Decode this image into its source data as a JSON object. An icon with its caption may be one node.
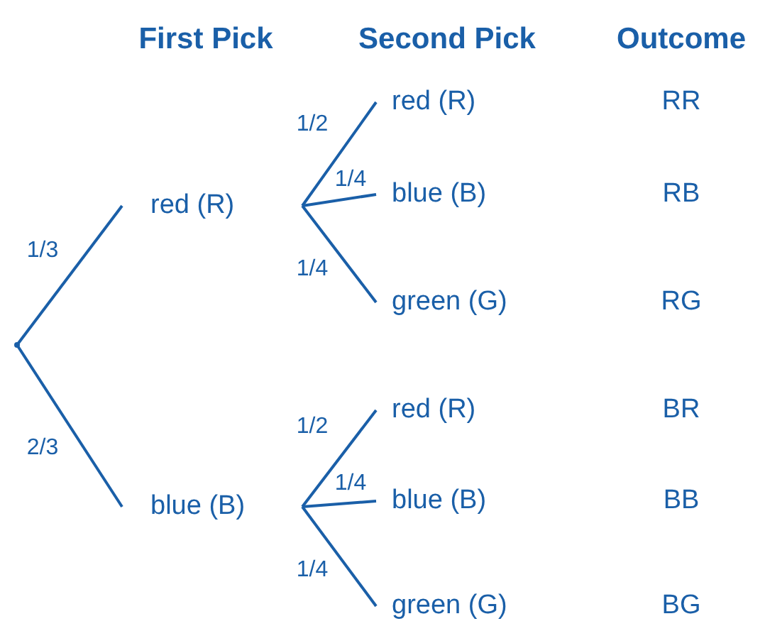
{
  "diagram": {
    "nodes": [
      {
        "text": [],
        "shape": "point"
      },
      {
        "text": [
          "red (R)"
        ]
      },
      {
        "text": [
          "blue (B)"
        ]
      },
      {
        "text": [
          "red (R)"
        ]
      },
      {
        "text": [
          "blue (B)"
        ]
      },
      {
        "text": [
          "green (G)"
        ]
      },
      {
        "text": [
          "red (R)"
        ]
      },
      {
        "text": [
          "blue (B)"
        ]
      },
      {
        "text": [
          "green (G)"
        ]
      }
    ],
    "edges": [
      {
        "from": 0,
        "to": 1,
        "arrow": "none",
        "label": "1/3"
      },
      {
        "from": 0,
        "to": 2,
        "arrow": "none",
        "label": "2/3"
      },
      {
        "from": 1,
        "to": 3,
        "arrow": "none",
        "label": "1/2"
      },
      {
        "from": 1,
        "to": 4,
        "arrow": "none",
        "label": "1/4"
      },
      {
        "from": 1,
        "to": 5,
        "arrow": "none",
        "label": "1/4"
      },
      {
        "from": 2,
        "to": 6,
        "arrow": "none",
        "label": "1/2"
      },
      {
        "from": 2,
        "to": 7,
        "arrow": "none",
        "label": "1/4"
      },
      {
        "from": 2,
        "to": 8,
        "arrow": "none",
        "label": "1/4"
      }
    ],
    "labels": [
      "First Pick",
      "Second Pick",
      "Outcome",
      "RR",
      "RB",
      "RG",
      "BR",
      "BB",
      "BG"
    ]
  }
}
